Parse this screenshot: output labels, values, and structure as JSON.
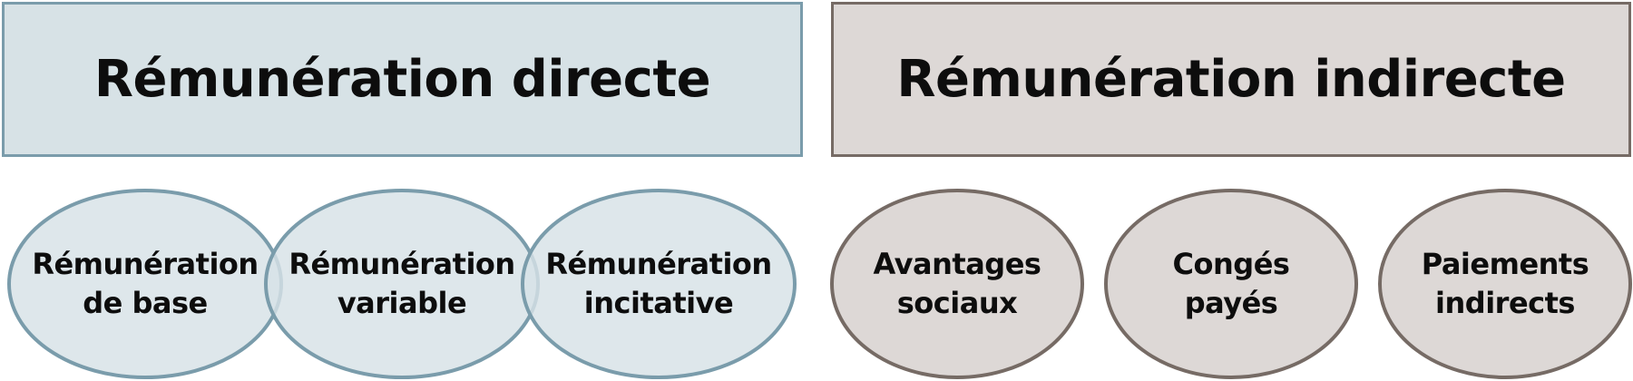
{
  "direct": {
    "title": "Rémunération directe",
    "fill": "#d7e2e6",
    "stroke": "#7a9cab",
    "items": [
      {
        "line1": "Rémunération",
        "line2": "de base"
      },
      {
        "line1": "Rémunération",
        "line2": "variable"
      },
      {
        "line1": "Rémunération",
        "line2": "incitative"
      }
    ]
  },
  "indirect": {
    "title": "Rémunération indirecte",
    "fill": "#ddd8d6",
    "stroke": "#766b65",
    "items": [
      {
        "line1": "Avantages",
        "line2": "sociaux"
      },
      {
        "line1": "Congés",
        "line2": "payés"
      },
      {
        "line1": "Paiements",
        "line2": "indirects"
      }
    ]
  }
}
